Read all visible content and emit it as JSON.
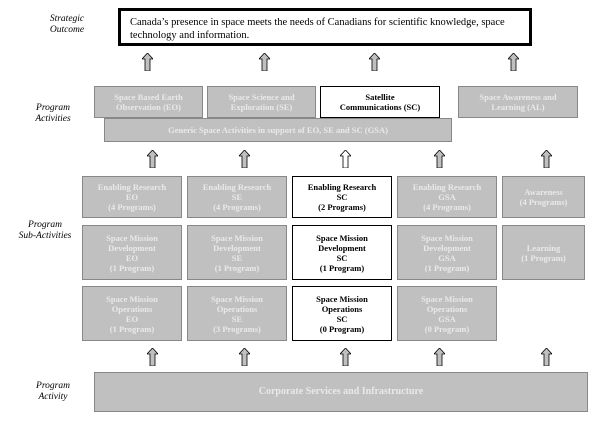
{
  "labels": {
    "strategic_outcome": [
      "Strategic",
      "Outcome"
    ],
    "program_activities": [
      "Program",
      "Activities"
    ],
    "program_sub_activities": [
      "Program",
      "Sub-Activities"
    ],
    "program_activity": [
      "Program",
      "Activity"
    ]
  },
  "strategic_outcome": "Canada’s presence in space meets the needs of Canadians for scientific knowledge, space technology and information.",
  "activities": {
    "eo": [
      "Space Based Earth",
      "Observation (EO)"
    ],
    "se": [
      "Space Science and",
      "Exploration (SE)"
    ],
    "sc": [
      "Satellite",
      "Communications (SC)"
    ],
    "al": [
      "Space Awareness and",
      "Learning (AL)"
    ],
    "gsa": "Generic Space Activities in support of EO, SE and SC (GSA)"
  },
  "sub_activities": {
    "row1": {
      "eo": [
        "Enabling Research",
        "EO",
        "(4 Programs)"
      ],
      "se": [
        "Enabling Research",
        "SE",
        "(4 Programs)"
      ],
      "sc": [
        "Enabling Research",
        "SC",
        "(2 Programs)"
      ],
      "gsa": [
        "Enabling Research",
        "GSA",
        "(4 Programs)"
      ],
      "al": [
        "Awareness",
        "(4 Programs)"
      ]
    },
    "row2": {
      "eo": [
        "Space Mission",
        "Development",
        "EO",
        "(1 Program)"
      ],
      "se": [
        "Space Mission",
        "Development",
        "SE",
        "(1 Program)"
      ],
      "sc": [
        "Space Mission",
        "Development",
        "SC",
        "(1 Program)"
      ],
      "gsa": [
        "Space Mission",
        "Development",
        "GSA",
        "(1 Program)"
      ],
      "al": [
        "Learning",
        "(1 Program)"
      ]
    },
    "row3": {
      "eo": [
        "Space Mission",
        "Operations",
        "EO",
        "(1 Program)"
      ],
      "se": [
        "Space Mission",
        "Operations",
        "SE",
        "(3 Programs)"
      ],
      "sc": [
        "Space Mission",
        "Operations",
        "SC",
        "(0 Program)"
      ],
      "gsa": [
        "Space Mission",
        "Operations",
        "GSA",
        "(0 Program)"
      ]
    }
  },
  "corporate": "Corporate Services and Infrastructure",
  "colors": {
    "grey_fill": "#c0c0c0",
    "grey_text": "#e9e9e9",
    "highlight_fill": "#ffffff",
    "outline": "#000000"
  }
}
